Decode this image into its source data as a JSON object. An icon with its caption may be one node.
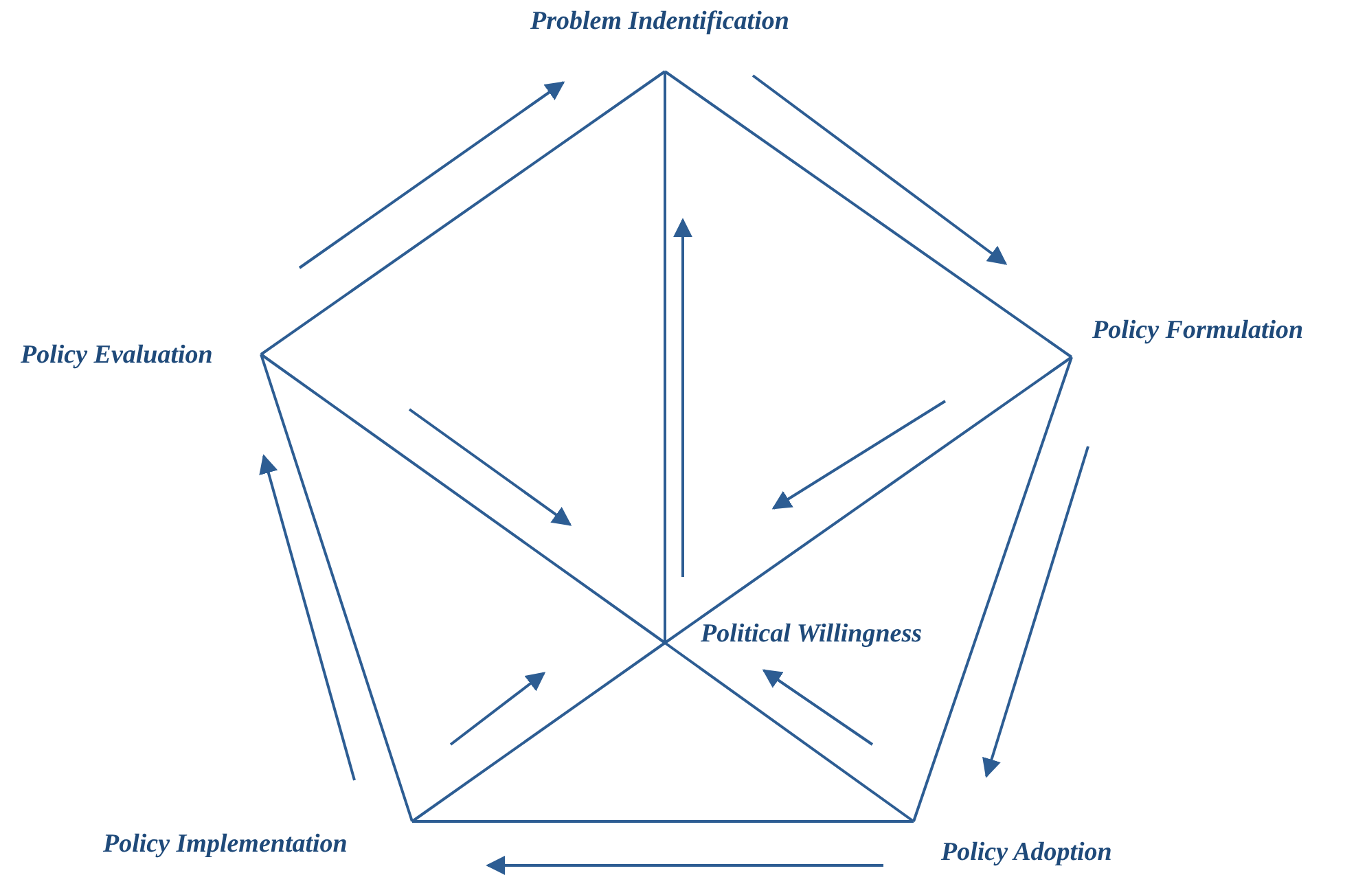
{
  "diagram": {
    "nodes": [
      {
        "text": [
          "Problem Indentification"
        ]
      },
      {
        "text": [
          "Policy Formulation"
        ]
      },
      {
        "text": [
          "Policy Evaluation"
        ]
      },
      {
        "text": [
          "Political Willingness"
        ]
      },
      {
        "text": [
          "Policy Implementation"
        ]
      },
      {
        "text": [
          "Policy Adoption"
        ]
      }
    ],
    "edges": [
      {
        "from": 0,
        "to": 1,
        "arrow": "none"
      },
      {
        "from": 1,
        "to": 5,
        "arrow": "none"
      },
      {
        "from": 5,
        "to": 4,
        "arrow": "none"
      },
      {
        "from": 4,
        "to": 2,
        "arrow": "none"
      },
      {
        "from": 2,
        "to": 0,
        "arrow": "none"
      },
      {
        "from": 3,
        "to": 0,
        "arrow": "none"
      },
      {
        "from": 3,
        "to": 1,
        "arrow": "none"
      },
      {
        "from": 3,
        "to": 5,
        "arrow": "none"
      },
      {
        "from": 3,
        "to": 4,
        "arrow": "none"
      },
      {
        "from": 3,
        "to": 2,
        "arrow": "none"
      }
    ]
  }
}
